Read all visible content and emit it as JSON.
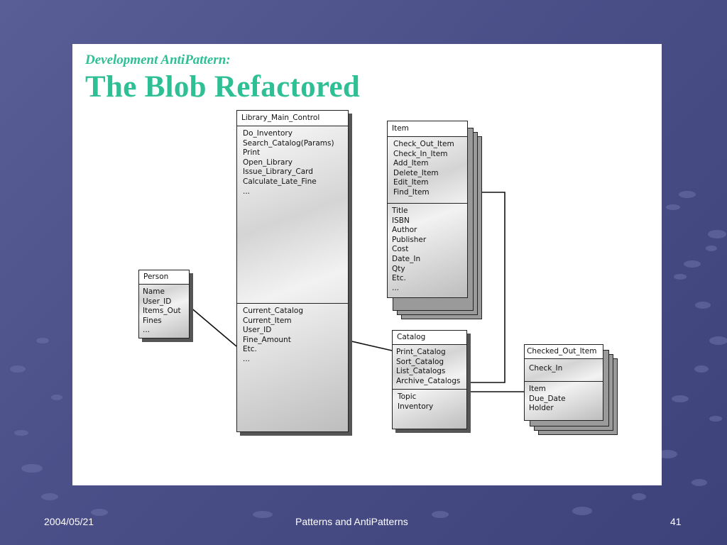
{
  "slide": {
    "subtitle": "Development AntiPattern:",
    "title": "The Blob Refactored"
  },
  "classes": {
    "library": {
      "name": "Library_Main_Control",
      "operations": [
        "Do_Inventory",
        "Search_Catalog(Params)",
        "Print",
        "Open_Library",
        "Issue_Library_Card",
        "Calculate_Late_Fine",
        "..."
      ],
      "attributes": [
        "Current_Catalog",
        "Current_Item",
        "User_ID",
        "Fine_Amount",
        "Etc.",
        "..."
      ]
    },
    "item": {
      "name": "Item",
      "operations": [
        "Check_Out_Item",
        "Check_In_Item",
        "Add_Item",
        "Delete_Item",
        "Edit_Item",
        "Find_Item"
      ],
      "attributes": [
        "Title",
        "ISBN",
        "Author",
        "Publisher",
        "Cost",
        "Date_In",
        "Qty",
        "Etc.",
        "..."
      ]
    },
    "person": {
      "name": "Person",
      "attributes": [
        "Name",
        "User_ID",
        "Items_Out",
        "Fines",
        "..."
      ]
    },
    "catalog": {
      "name": "Catalog",
      "operations": [
        "Print_Catalog",
        "Sort_Catalog",
        "List_Catalogs",
        "Archive_Catalogs"
      ],
      "attributes": [
        "Topic",
        "Inventory"
      ]
    },
    "checked_out": {
      "name": "Checked_Out_Item",
      "operations": [
        "Check_In"
      ],
      "attributes": [
        "Item",
        "Due_Date",
        "Holder"
      ]
    }
  },
  "footer": {
    "date": "2004/05/21",
    "title": "Patterns and AntiPatterns",
    "page": "41"
  }
}
